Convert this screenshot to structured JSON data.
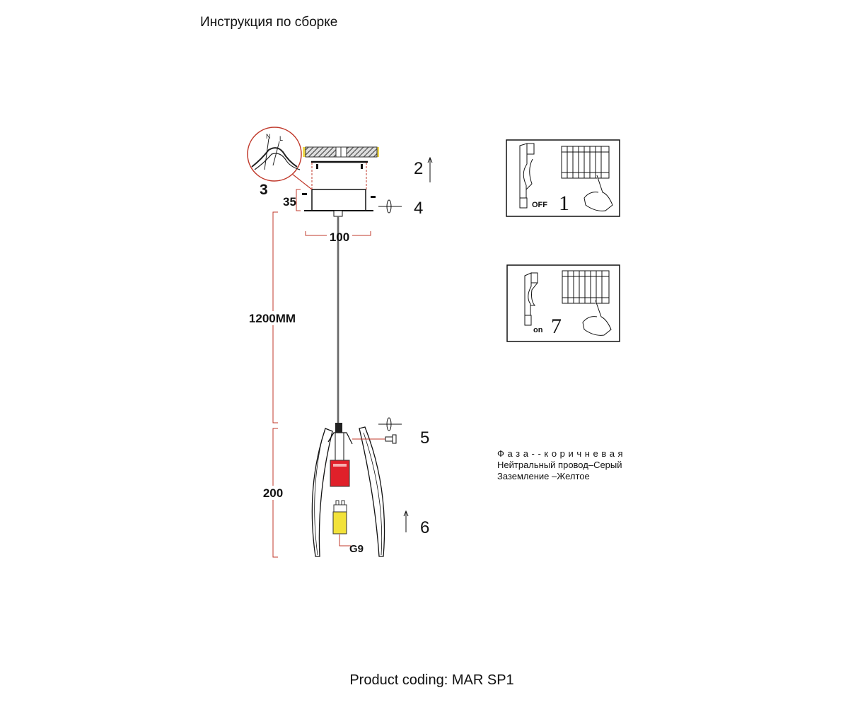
{
  "header": {
    "title": "Инструкция по сборке"
  },
  "footer": {
    "product_coding": "Product coding: MAR SP1"
  },
  "diagram": {
    "dimensions": {
      "canopy_height": "35",
      "canopy_width": "100",
      "cable_length": "1200MM",
      "shade_height": "200"
    },
    "steps": {
      "s1": "1",
      "s2": "2",
      "s3": "3",
      "s4": "4",
      "s5": "5",
      "s6": "6",
      "s7": "7"
    },
    "bulb_type": "G9",
    "detail_labels": {
      "neutral": "N",
      "live": "L"
    },
    "switch_off_label": "OFF",
    "switch_on_label": "on"
  },
  "wiring": {
    "phase": "Фаза--коричневая",
    "neutral": "Нейтральный провод–Серый",
    "ground": "Заземление –Желтое"
  },
  "colors": {
    "dimension": "#c0392b",
    "holder": "#e0202a",
    "bulb": "#f2e23a"
  }
}
